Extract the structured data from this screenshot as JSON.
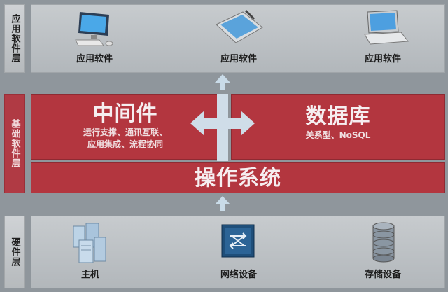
{
  "layers": {
    "app": {
      "side_label": "应用软件层",
      "items": [
        {
          "label": "应用软件",
          "icon": "desktop-computer-icon"
        },
        {
          "label": "应用软件",
          "icon": "tablet-icon"
        },
        {
          "label": "应用软件",
          "icon": "laptop-icon"
        }
      ]
    },
    "base": {
      "side_label": "基础软件层",
      "middleware": {
        "title": "中间件",
        "line1": "运行支撑、通讯互联、",
        "line2": "应用集成、流程协同"
      },
      "database": {
        "title": "数据库",
        "sub": "关系型、NoSQL"
      },
      "os": {
        "title": "操作系统"
      }
    },
    "hardware": {
      "side_label": "硬件层",
      "items": [
        {
          "label": "主机",
          "icon": "server-icon"
        },
        {
          "label": "网络设备",
          "icon": "network-switch-icon"
        },
        {
          "label": "存储设备",
          "icon": "storage-database-icon"
        }
      ]
    }
  },
  "colors": {
    "background": "#8f969c",
    "panel": "#c0c4c7",
    "red": "#b3363f",
    "arrow": "#c9dbe8"
  }
}
